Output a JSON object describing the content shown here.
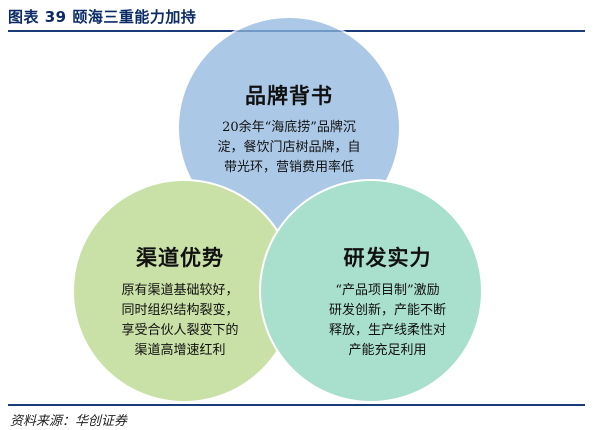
{
  "figure": {
    "title": "图表 39 颐海三重能力加持",
    "source": "资料来源：华创证券"
  },
  "venn": {
    "circles": [
      {
        "key": "brand",
        "heading": "品牌背书",
        "lines": [
          "20余年“海底捞”品牌沉",
          "淀，餐饮门店树品牌，自",
          "带光环，营销费用率低"
        ],
        "color": "#8fb8e0"
      },
      {
        "key": "channel",
        "heading": "渠道优势",
        "lines": [
          "原有渠道基础较好，",
          "同时组织结构裂变，",
          "享受合伙人裂变下的",
          "渠道高增速红利"
        ],
        "color": "#b7d689"
      },
      {
        "key": "rnd",
        "heading": "研发实力",
        "lines": [
          "“产品项目制”激励",
          "研发创新，产能不断",
          "释放，生产线柔性对",
          "产能充足利用"
        ],
        "color": "#8dd5bd"
      }
    ]
  }
}
